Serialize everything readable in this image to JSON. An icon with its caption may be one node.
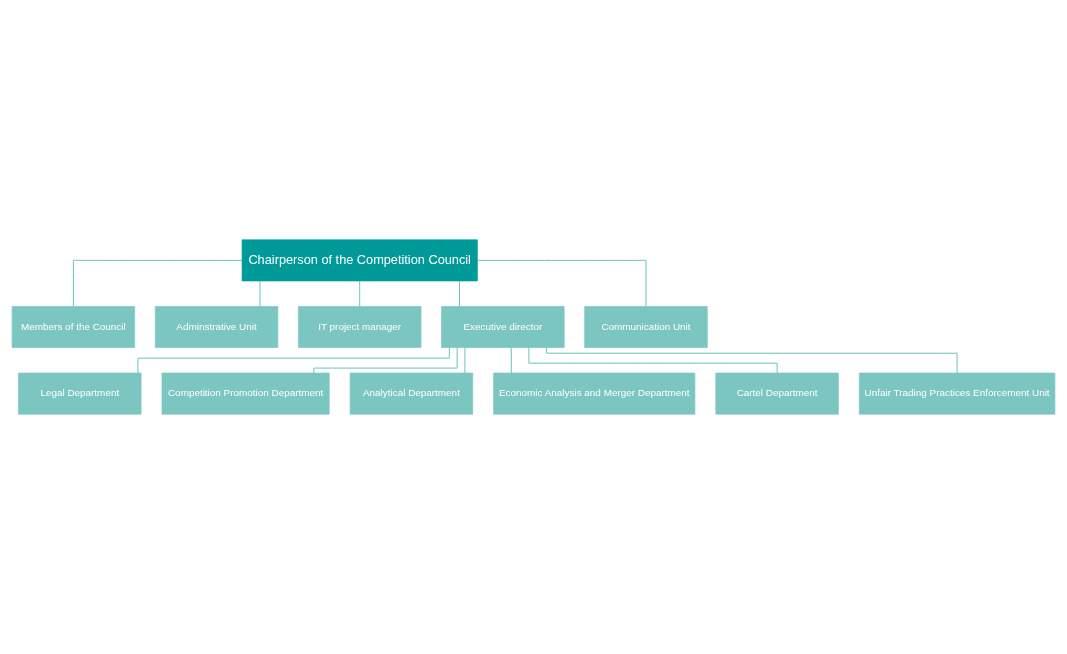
{
  "diagram": {
    "nodes": [
      {
        "text": [
          "Chairperson of the Competition Council"
        ]
      },
      {
        "text": [
          "Members of the Council"
        ]
      },
      {
        "text": [
          "Adminstrative Unit"
        ]
      },
      {
        "text": [
          "IT project manager"
        ]
      },
      {
        "text": [
          "Executive director"
        ]
      },
      {
        "text": [
          "Communication Unit"
        ]
      },
      {
        "text": [
          "Legal Department"
        ]
      },
      {
        "text": [
          "Competition Promotion Department"
        ]
      },
      {
        "text": [
          "Analytical Department"
        ]
      },
      {
        "text": [
          "Economic Analysis and Merger Department"
        ]
      },
      {
        "text": [
          "Cartel Department"
        ]
      },
      {
        "text": [
          "Unfair Trading Practices Enforcement Unit"
        ]
      }
    ],
    "edges": [
      {
        "from": 0,
        "to": 1,
        "arrow": "none"
      },
      {
        "from": 0,
        "to": 2,
        "arrow": "none"
      },
      {
        "from": 0,
        "to": 3,
        "arrow": "none"
      },
      {
        "from": 0,
        "to": 4,
        "arrow": "none"
      },
      {
        "from": 0,
        "to": 5,
        "arrow": "none"
      },
      {
        "from": 4,
        "to": 6,
        "arrow": "none"
      },
      {
        "from": 4,
        "to": 7,
        "arrow": "none"
      },
      {
        "from": 4,
        "to": 8,
        "arrow": "none"
      },
      {
        "from": 4,
        "to": 9,
        "arrow": "none"
      },
      {
        "from": 4,
        "to": 10,
        "arrow": "none"
      },
      {
        "from": 4,
        "to": 11,
        "arrow": "none"
      }
    ]
  }
}
